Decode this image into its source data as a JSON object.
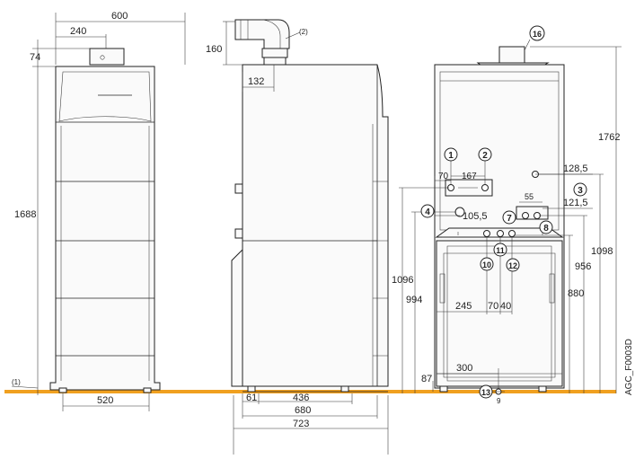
{
  "drawing_code": "AGC_F0003D",
  "notes": {
    "floor": "(1)",
    "flue": "(2)"
  },
  "front_view": {
    "width": "600",
    "flue_offset": "240",
    "top_height": "74",
    "height": "1688",
    "feet_spacing": "520"
  },
  "side_view": {
    "flue_height": "160",
    "flue_offset": "132",
    "foot_front": "61",
    "feet_spacing": "436",
    "depth": "680",
    "overall_depth": "723"
  },
  "rear_view": {
    "overall_height": "1762",
    "dim_70": "70",
    "dim_167": "167",
    "dim_128_5": "128,5",
    "dim_55": "55",
    "dim_121_5": "121,5",
    "dim_105_5": "105,5",
    "dim_1098": "1098",
    "dim_1096": "1096",
    "dim_994": "994",
    "dim_956": "956",
    "dim_880": "880",
    "dim_245": "245",
    "dim_70b": "70",
    "dim_40": "40",
    "dim_300": "300",
    "dim_87": "87",
    "dim_9": "9"
  },
  "callouts": [
    "1",
    "2",
    "3",
    "4",
    "7",
    "8",
    "10",
    "11",
    "12",
    "13",
    "16"
  ]
}
